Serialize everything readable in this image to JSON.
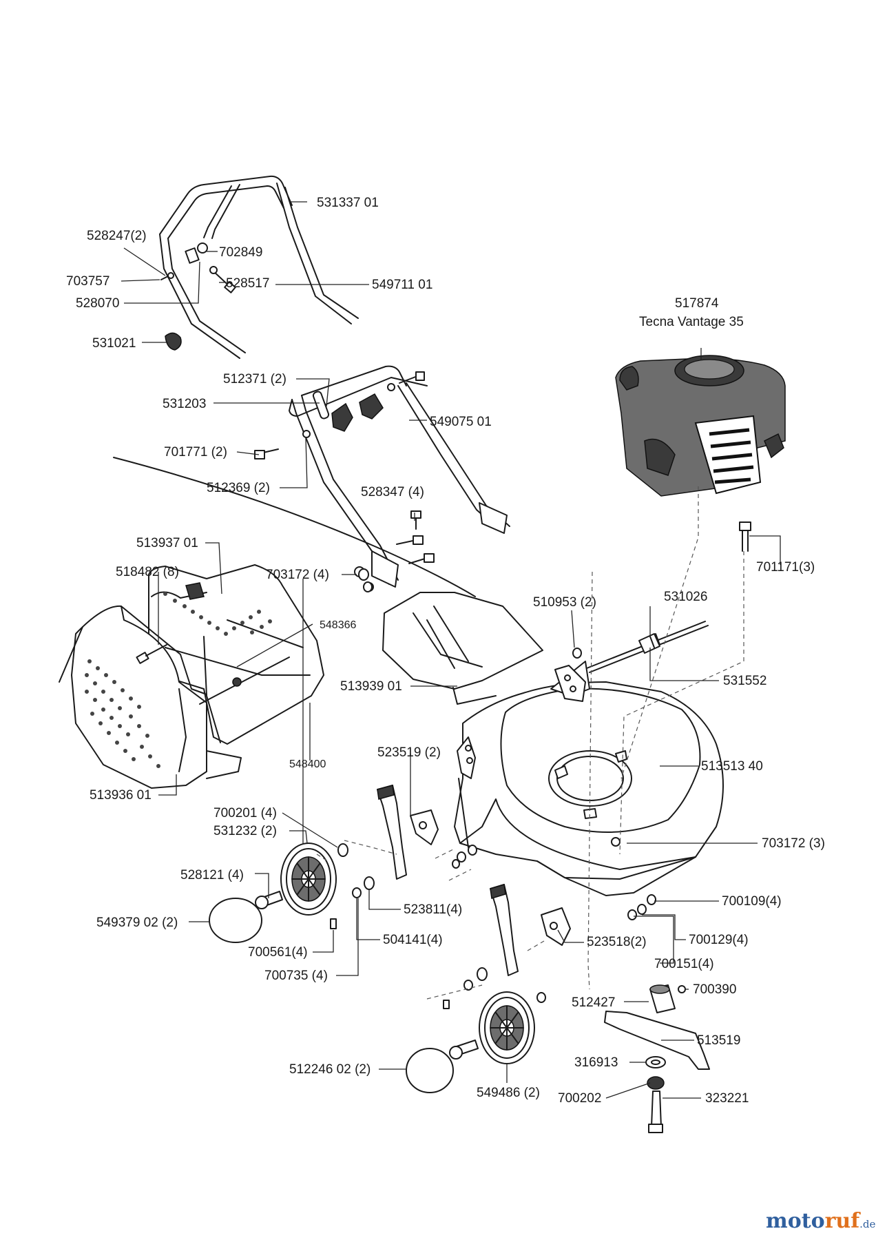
{
  "parts": {
    "p531337": "531337 01",
    "p528247": "528247(2)",
    "p702849": "702849",
    "p703757": "703757",
    "p528517": "528517",
    "p549711": "549711 01",
    "p528070": "528070",
    "p531021": "531021",
    "p517874": "517874",
    "engine_name": "Tecna Vantage 35",
    "p512371": "512371 (2)",
    "p531203": "531203",
    "p549075": "549075 01",
    "p701771": "701771 (2)",
    "p512369": "512369 (2)",
    "p528347": "528347 (4)",
    "p701171": "701171(3)",
    "p513937": "513937 01",
    "p518482": "518482 (8)",
    "p703172a": "703172 (4)",
    "p548366": "548366",
    "p510953": "510953 (2)",
    "p531026": "531026",
    "p513939": "513939 01",
    "p531552": "531552",
    "p523519": "523519 (2)",
    "p548400": "548400",
    "p513513": "513513 40",
    "p513936": "513936 01",
    "p700201": "700201 (4)",
    "p531232": "531232 (2)",
    "p703172b": "703172 (3)",
    "p528121": "528121 (4)",
    "p523811": "523811(4)",
    "p700109": "700109(4)",
    "p549379": "549379 02 (2)",
    "p504141": "504141(4)",
    "p523518": "523518(2)",
    "p700129": "700129(4)",
    "p700561": "700561(4)",
    "p700151": "700151(4)",
    "p700735": "700735 (4)",
    "p700390": "700390",
    "p512427": "512427",
    "p513519": "513519",
    "p316913": "316913",
    "p512246": "512246 02 (2)",
    "p549486": "549486 (2)",
    "p700202": "700202",
    "p323221": "323221"
  },
  "watermark": {
    "part1": "moto",
    "part2": "ruf",
    "suffix": ".de"
  }
}
